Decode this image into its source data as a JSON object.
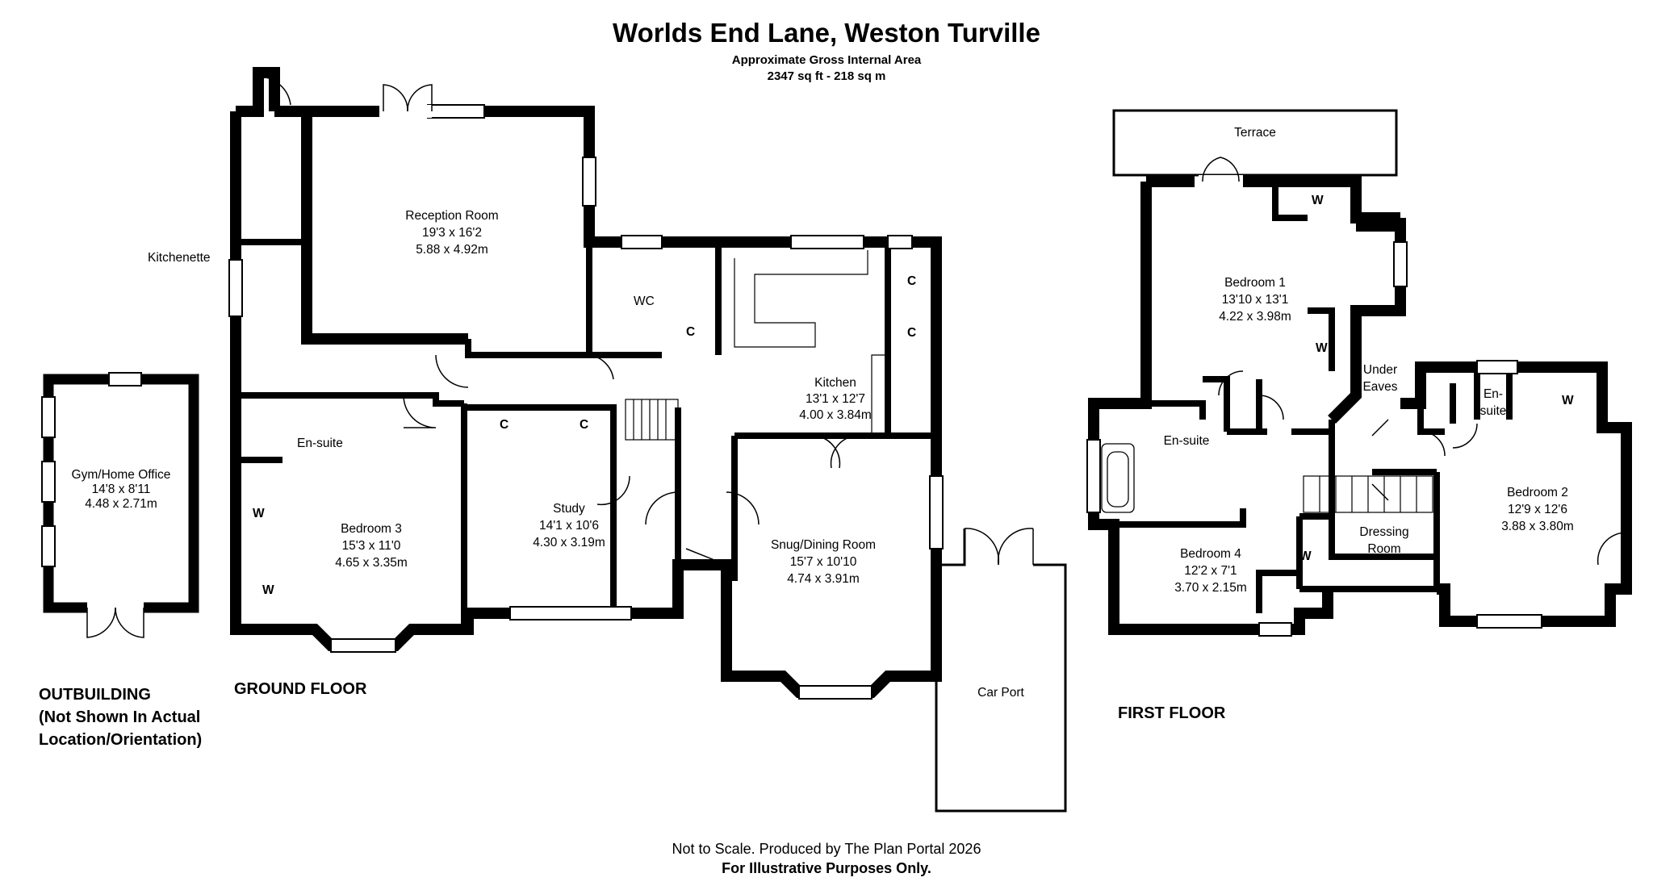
{
  "header": {
    "title": "Worlds End Lane, Weston Turville",
    "area_label": "Approximate Gross Internal Area",
    "area_value": "2347 sq ft - 218 sq m"
  },
  "floors": {
    "outbuilding": {
      "line1": "OUTBUILDING",
      "line2": "(Not Shown In Actual",
      "line3": "Location/Orientation)"
    },
    "ground": "GROUND FLOOR",
    "first": "FIRST FLOOR"
  },
  "rooms": {
    "gym": {
      "name": "Gym/Home Office",
      "imperial": "14'8 x 8'11",
      "metric": "4.48 x 2.71m"
    },
    "reception": {
      "name": "Reception Room",
      "imperial": "19'3 x 16'2",
      "metric": "5.88 x 4.92m"
    },
    "kitchenette": {
      "name": "Kitchenette"
    },
    "wc": {
      "name": "WC"
    },
    "kitchen": {
      "name": "Kitchen",
      "imperial": "13'1 x 12'7",
      "metric": "4.00 x 3.84m"
    },
    "ensuite_ground": {
      "name": "En-suite"
    },
    "bedroom3": {
      "name": "Bedroom 3",
      "imperial": "15'3 x 11'0",
      "metric": "4.65 x 3.35m"
    },
    "study": {
      "name": "Study",
      "imperial": "14'1 x 10'6",
      "metric": "4.30 x 3.19m"
    },
    "snug": {
      "name": "Snug/Dining Room",
      "imperial": "15'7 x 10'10",
      "metric": "4.74 x 3.91m"
    },
    "carport": {
      "name": "Car Port"
    },
    "terrace": {
      "name": "Terrace"
    },
    "bedroom1": {
      "name": "Bedroom 1",
      "imperial": "13'10 x 13'1",
      "metric": "4.22 x 3.98m"
    },
    "ensuite_first": {
      "name": "En-suite"
    },
    "under_eaves": {
      "line1": "Under",
      "line2": "Eaves"
    },
    "ensuite_bed2": {
      "line1": "En-",
      "line2": "suite"
    },
    "bedroom2": {
      "name": "Bedroom 2",
      "imperial": "12'9 x 12'6",
      "metric": "3.88 x 3.80m"
    },
    "dressing": {
      "line1": "Dressing",
      "line2": "Room"
    },
    "bedroom4": {
      "name": "Bedroom 4",
      "imperial": "12'2 x 7'1",
      "metric": "3.70 x 2.15m"
    }
  },
  "cupboard_label": "C",
  "wardrobe_label": "W",
  "footer": {
    "line1": "Not to Scale. Produced by The Plan Portal 2026",
    "line2": "For Illustrative Purposes Only."
  }
}
